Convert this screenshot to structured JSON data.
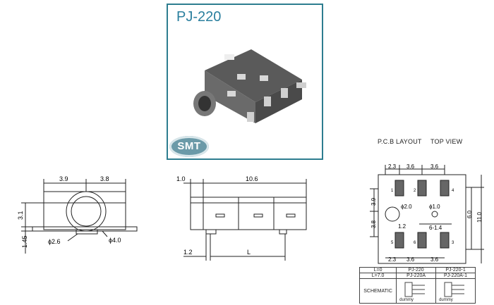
{
  "photo": {
    "title": "PJ-220",
    "badge": "SMT"
  },
  "pcb": {
    "heading_left": "P.C.B LAYOUT",
    "heading_right": "TOP VIEW",
    "dims": {
      "top_a": "2.3",
      "top_b": "3.6",
      "top_c": "3.6",
      "left_a": "3.9",
      "left_b": "3.8",
      "right_a": "6.0",
      "right_b": "11.0",
      "hole_a": "ϕ2.0",
      "hole_b": "ϕ1.0",
      "pad_gap": "1.2",
      "pad_size": "6-1.4",
      "bot_a": "2.3",
      "bot_b": "3.6",
      "bot_c": "3.6"
    },
    "pins": [
      "1",
      "2",
      "3",
      "4",
      "5",
      "6"
    ]
  },
  "front_view": {
    "dim_left": "3.9",
    "dim_right": "3.8",
    "dim_v1": "3.1",
    "dim_v2": "1.45",
    "dia_a": "ϕ2.6",
    "dia_b": "ϕ4.0"
  },
  "side_view": {
    "dim_a": "1.0",
    "dim_b": "10.6",
    "dim_c": "1.2",
    "dim_l": "L"
  },
  "schematic": {
    "rows": [
      [
        "L=0",
        "PJ-220",
        "PJ-220-1"
      ],
      [
        "L=7.0",
        "PJ-220A",
        "PJ-220A-1"
      ]
    ],
    "label": "SCHEMATIC",
    "dummy": "dummy"
  }
}
